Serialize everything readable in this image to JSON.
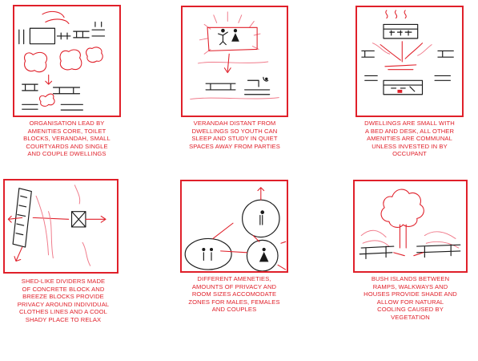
{
  "colors": {
    "accent": "#e0202a",
    "ink": "#1a1a1a",
    "sketch_pink": "#f07a8a"
  },
  "panels": [
    {
      "caption_lines": [
        "ORGANISATION LEAD BY",
        "AMENITIES CORE, TOILET",
        "BLOCKS, VERANDAH, SMALL",
        "COURTYARDS AND SINGLE",
        "AND COUPLE DWELLINGS"
      ]
    },
    {
      "caption_lines": [
        "VERANDAH DISTANT FROM",
        "DWELLINGS SO YOUTH CAN",
        "SLEEP AND STUDY IN QUIET",
        "SPACES AWAY FROM PARTIES"
      ]
    },
    {
      "caption_lines": [
        "DWELLINGS ARE SMALL WITH",
        "A BED AND DESK, ALL OTHER",
        "AMENITIES ARE COMMUNAL",
        "UNLESS INVESTED IN BY",
        "OCCUPANT"
      ]
    },
    {
      "caption_lines": [
        "SHED-LIKE DIVIDERS MADE",
        "OF CONCRETE BLOCK AND",
        "BREEZE BLOCKS PROVIDE",
        "PRIVACY AROUND INDIVIDUAL",
        "CLOTHES LINES AND A COOL",
        "SHADY PLACE TO RELAX"
      ]
    },
    {
      "caption_lines": [
        "DIFFERENT AMENETIES,",
        "AMOUNTS OF PRIVACY AND",
        "ROOM SIZES ACCOMODATE",
        "ZONES FOR MALES, FEMALES",
        "AND COUPLES"
      ]
    },
    {
      "caption_lines": [
        "BUSH ISLANDS BETWEEN",
        "RAMPS, WALKWAYS AND",
        "HOUSES PROVIDE SHADE AND",
        "ALLOW FOR NATURAL",
        "COOLING CAUSED BY",
        "VEGETATION"
      ]
    }
  ]
}
